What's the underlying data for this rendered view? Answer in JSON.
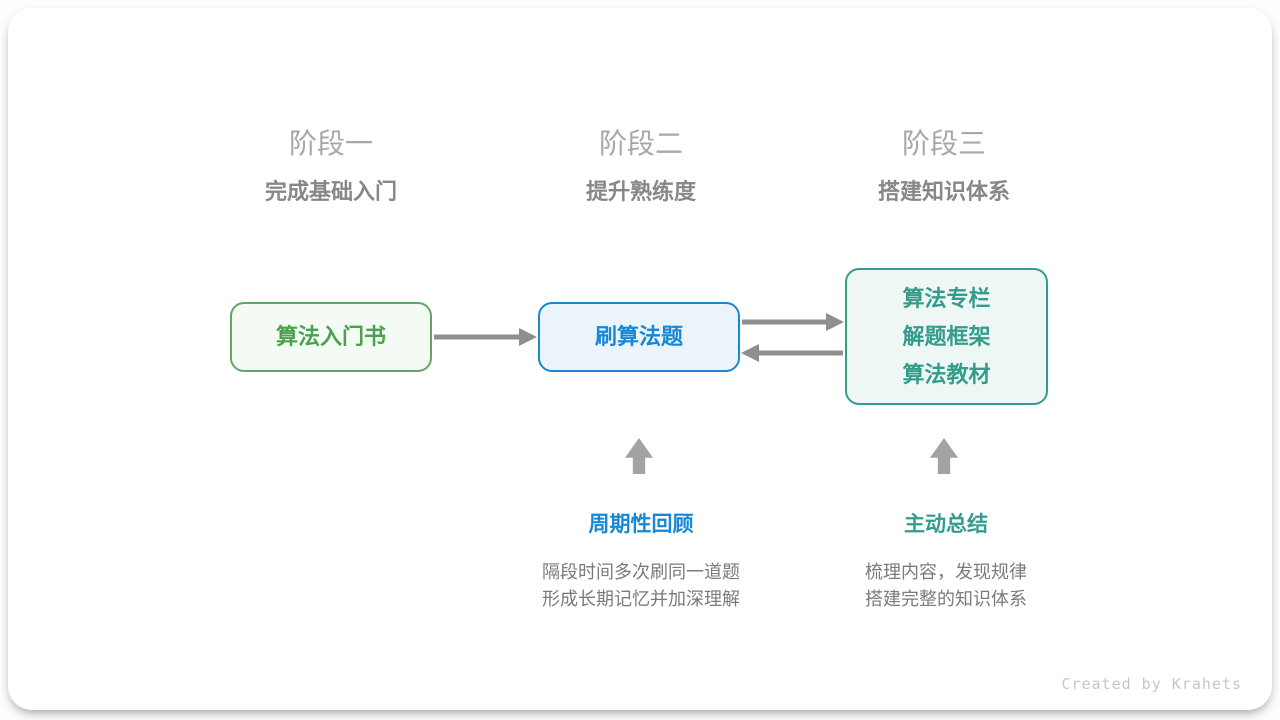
{
  "colors": {
    "green_text": "#4ba24e",
    "green_border": "#63a566",
    "green_bg": "#f4faf4",
    "blue": "#1787d6",
    "blue_bg": "#ebf4fb",
    "teal": "#339c8c",
    "teal_bg": "#eff7f4",
    "arrow": "#8f8f8f",
    "block_arrow": "#a3a3a3"
  },
  "stages": [
    {
      "title": "阶段一",
      "subtitle": "完成基础入门",
      "box": {
        "lines": [
          "算法入门书"
        ]
      }
    },
    {
      "title": "阶段二",
      "subtitle": "提升熟练度",
      "box": {
        "lines": [
          "刷算法题"
        ]
      },
      "note": {
        "label": "周期性回顾",
        "desc": [
          "隔段时间多次刷同一道题",
          "形成长期记忆并加深理解"
        ]
      }
    },
    {
      "title": "阶段三",
      "subtitle": "搭建知识体系",
      "box": {
        "lines": [
          "算法专栏",
          "解题框架",
          "算法教材"
        ]
      },
      "note": {
        "label": "主动总结",
        "desc": [
          "梳理内容，发现规律",
          "搭建完整的知识体系"
        ]
      }
    }
  ],
  "footer": {
    "credit": "Created by Krahets"
  }
}
